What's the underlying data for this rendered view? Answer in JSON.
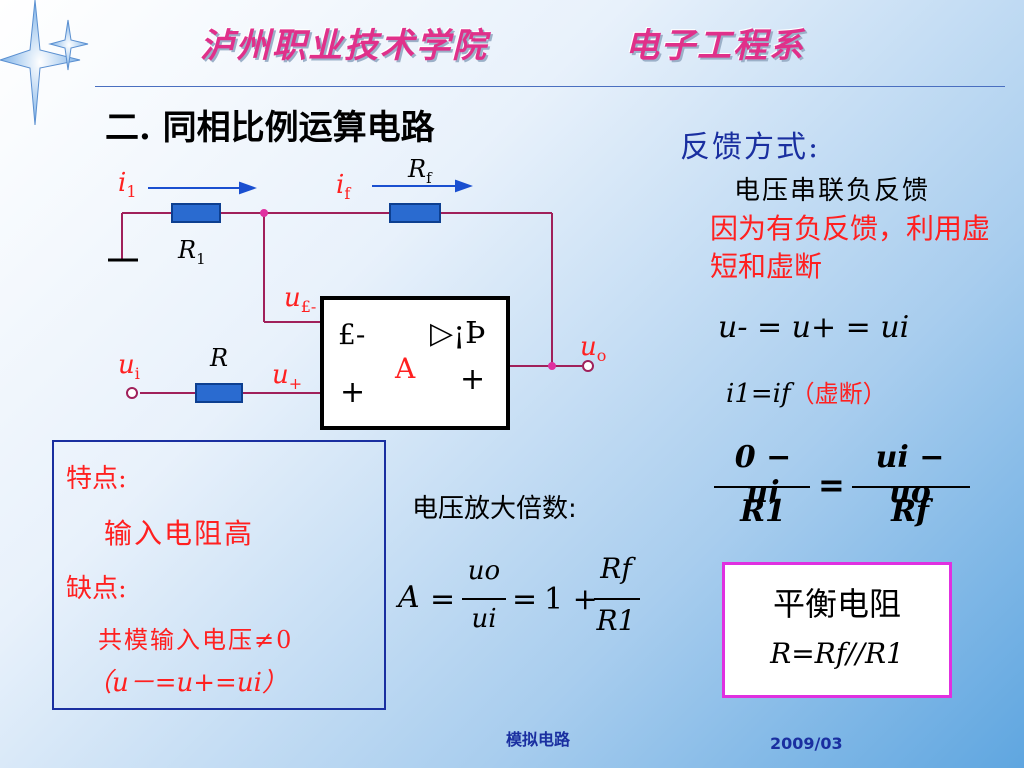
{
  "header": {
    "school": "泸州职业技术学院",
    "department": "电子工程系"
  },
  "slide": {
    "heading": "二. 同相比例运算电路",
    "feedback_title": "反馈方式:",
    "feedback_type": "电压串联负反馈",
    "reason": "因为有负反馈，利用虚短和虚断"
  },
  "circuit": {
    "i1": "i",
    "i1_sub": "1",
    "if": "i",
    "if_sub": "f",
    "rf": "R",
    "rf_sub": "f",
    "r1": "R",
    "r1_sub": "1",
    "r": "R",
    "u_minus": "u",
    "u_minus_sub": "£-",
    "ui": "u",
    "ui_sub": "i",
    "u_plus": "u",
    "u_plus_sub": "+",
    "uo": "u",
    "uo_sub": "o",
    "opamp_minus": "£-",
    "opamp_symbol": "▷¡Þ",
    "opamp_A": "A",
    "opamp_plus_left": "+",
    "opamp_plus_right": "+"
  },
  "equations": {
    "virtual_short": "u- = u+ = ui",
    "virtual_open_lhs": "i1=if",
    "virtual_open_note": "（虚断）",
    "frac_left_num": "0 − ui",
    "frac_left_den": "R1",
    "frac_right_num": "ui − uo",
    "frac_right_den": "Rf",
    "equals": "="
  },
  "gain": {
    "label": "电压放大倍数:",
    "A": "A",
    "eq": "=",
    "uo": "uo",
    "ui": "ui",
    "eq2": "=",
    "one_plus": "1 +",
    "rf": "Rf",
    "r1": "R1"
  },
  "features": {
    "feature_title": "特点:",
    "feature_text": "输入电阻高",
    "drawback_title": "缺点:",
    "drawback_text": "共模输入电压≠0",
    "drawback_note": "（u－=u+=ui）"
  },
  "balance": {
    "title": "平衡电阻",
    "formula": "R=Rf//R1"
  },
  "footer": {
    "course": "模拟电路",
    "date": "2009/03"
  },
  "colors": {
    "accent_pink": "#e0308a",
    "circuit_wire": "#a0205a",
    "resistor_blue": "#2a6bd0",
    "arrow_blue": "#1a4fd0",
    "text_red": "#ff2020",
    "text_blue": "#1a2fa0"
  }
}
